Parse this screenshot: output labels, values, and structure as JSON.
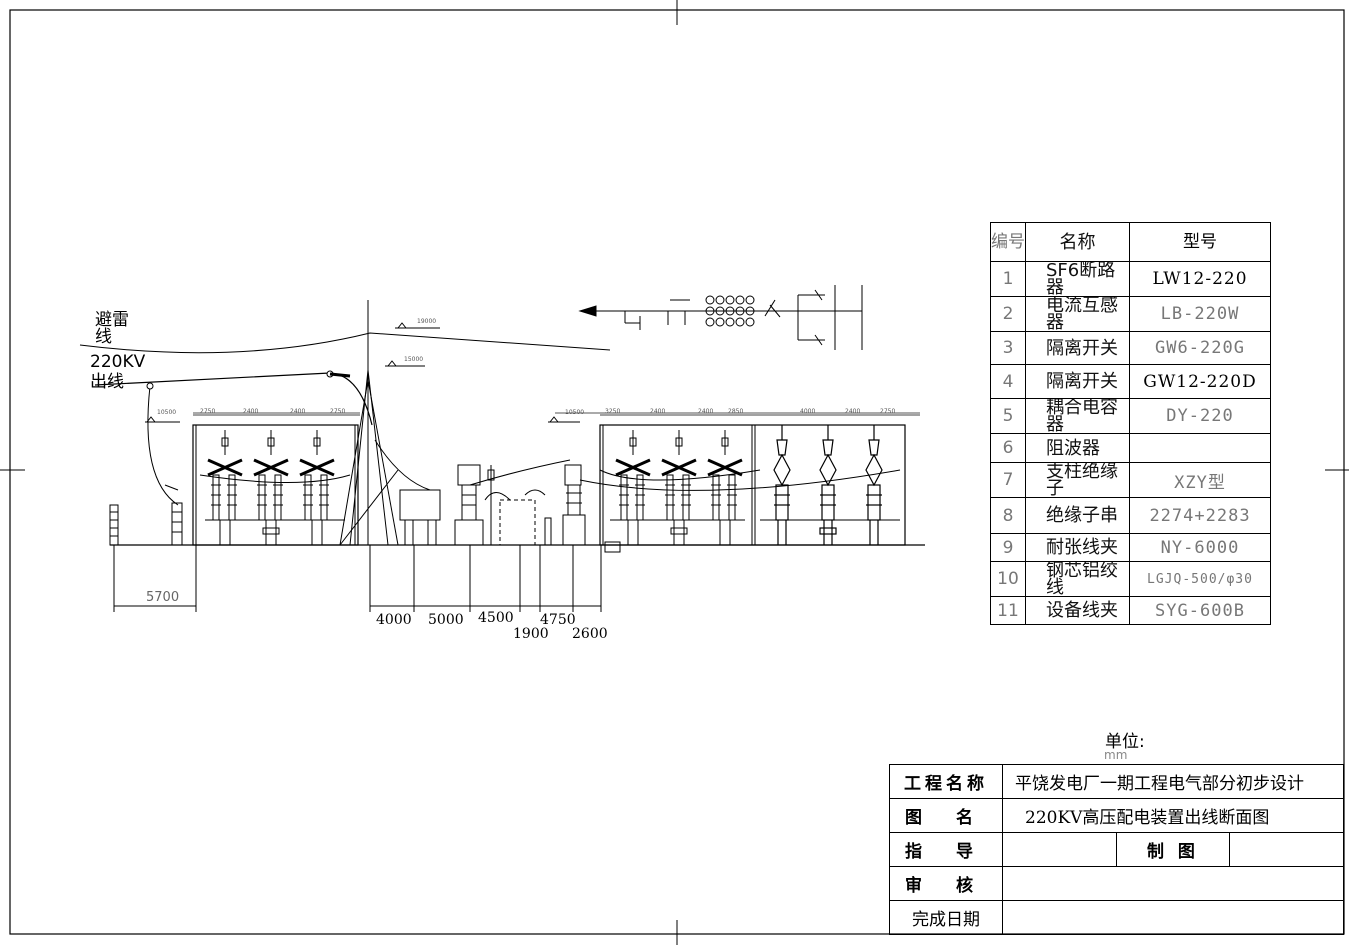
{
  "diagram": {
    "labels": {
      "lightning_wire": "避雷线",
      "outgoing_line": "220KV出线"
    },
    "dimensions": {
      "left_spacing": "5700",
      "d1": "4000",
      "d2": "5000",
      "d3": "4500",
      "d4": "1900",
      "d5": "4750",
      "d6": "2600"
    },
    "elevations": {
      "top": "19000",
      "middle": "15000",
      "left_bay_width": "10500",
      "right_bay_width": "10500"
    }
  },
  "equipment_table": {
    "headers": {
      "no": "编号",
      "name": "名称",
      "model": "型号"
    },
    "rows": [
      {
        "no": "1",
        "name": "SF6断路器",
        "model": "LW12-220"
      },
      {
        "no": "2",
        "name": "电流互感器",
        "model": "LB-220W"
      },
      {
        "no": "3",
        "name": "隔离开关",
        "model": "GW6-220G"
      },
      {
        "no": "4",
        "name": "隔离开关",
        "model": "GW12-220D"
      },
      {
        "no": "5",
        "name": "耦合电容器",
        "model": "DY-220"
      },
      {
        "no": "6",
        "name": "阻波器",
        "model": ""
      },
      {
        "no": "7",
        "name": "支柱绝缘子",
        "model": "XZY型"
      },
      {
        "no": "8",
        "name": "绝缘子串",
        "model": "2274+2283"
      },
      {
        "no": "9",
        "name": "耐张线夹",
        "model": "NY-6000"
      },
      {
        "no": "10",
        "name": "钢芯铝绞线",
        "model": "LGJQ-500/φ30"
      },
      {
        "no": "11",
        "name": "设备线夹",
        "model": "SYG-600B"
      }
    ]
  },
  "unit": {
    "label": "单位:",
    "value": "mm"
  },
  "title_block": {
    "project_label": "工程名称",
    "project_value": "平饶发电厂一期工程电气部分初步设计",
    "drawing_label": "图 名",
    "drawing_value": "220KV高压配电装置出线断面图",
    "guide_label": "指 导",
    "drafter_label": "制 图",
    "review_label": "审 核",
    "date_label": "完成日期"
  }
}
